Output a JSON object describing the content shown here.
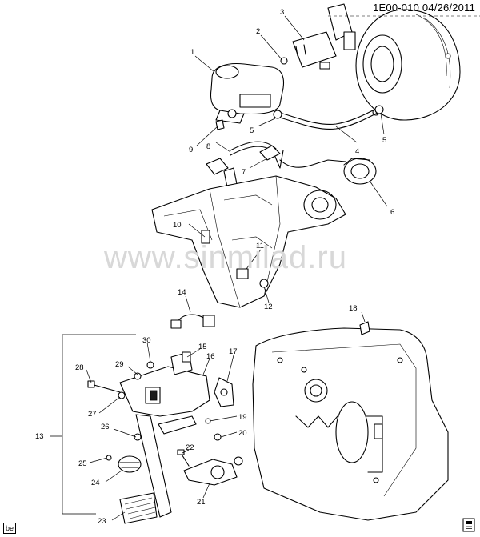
{
  "header": {
    "code": "1E00-010  04/26/2011"
  },
  "watermark": {
    "text": "www.sinmilad.ru"
  },
  "corner_tag": {
    "text": "be"
  },
  "callouts": {
    "c1": "1",
    "c2": "2",
    "c3": "3",
    "c4": "4",
    "c5a": "5",
    "c5b": "5",
    "c6": "6",
    "c7": "7",
    "c8": "8",
    "c9": "9",
    "c10": "10",
    "c11": "11",
    "c12": "12",
    "c13": "13",
    "c14": "14",
    "c15": "15",
    "c16": "16",
    "c17": "17",
    "c18": "18",
    "c19": "19",
    "c20": "20",
    "c21": "21",
    "c22": "22",
    "c23": "23",
    "c24": "24",
    "c25": "25",
    "c26": "26",
    "c27": "27",
    "c28": "28",
    "c29": "29",
    "c30": "30"
  },
  "icons": {
    "brand": "document-stack-icon"
  }
}
